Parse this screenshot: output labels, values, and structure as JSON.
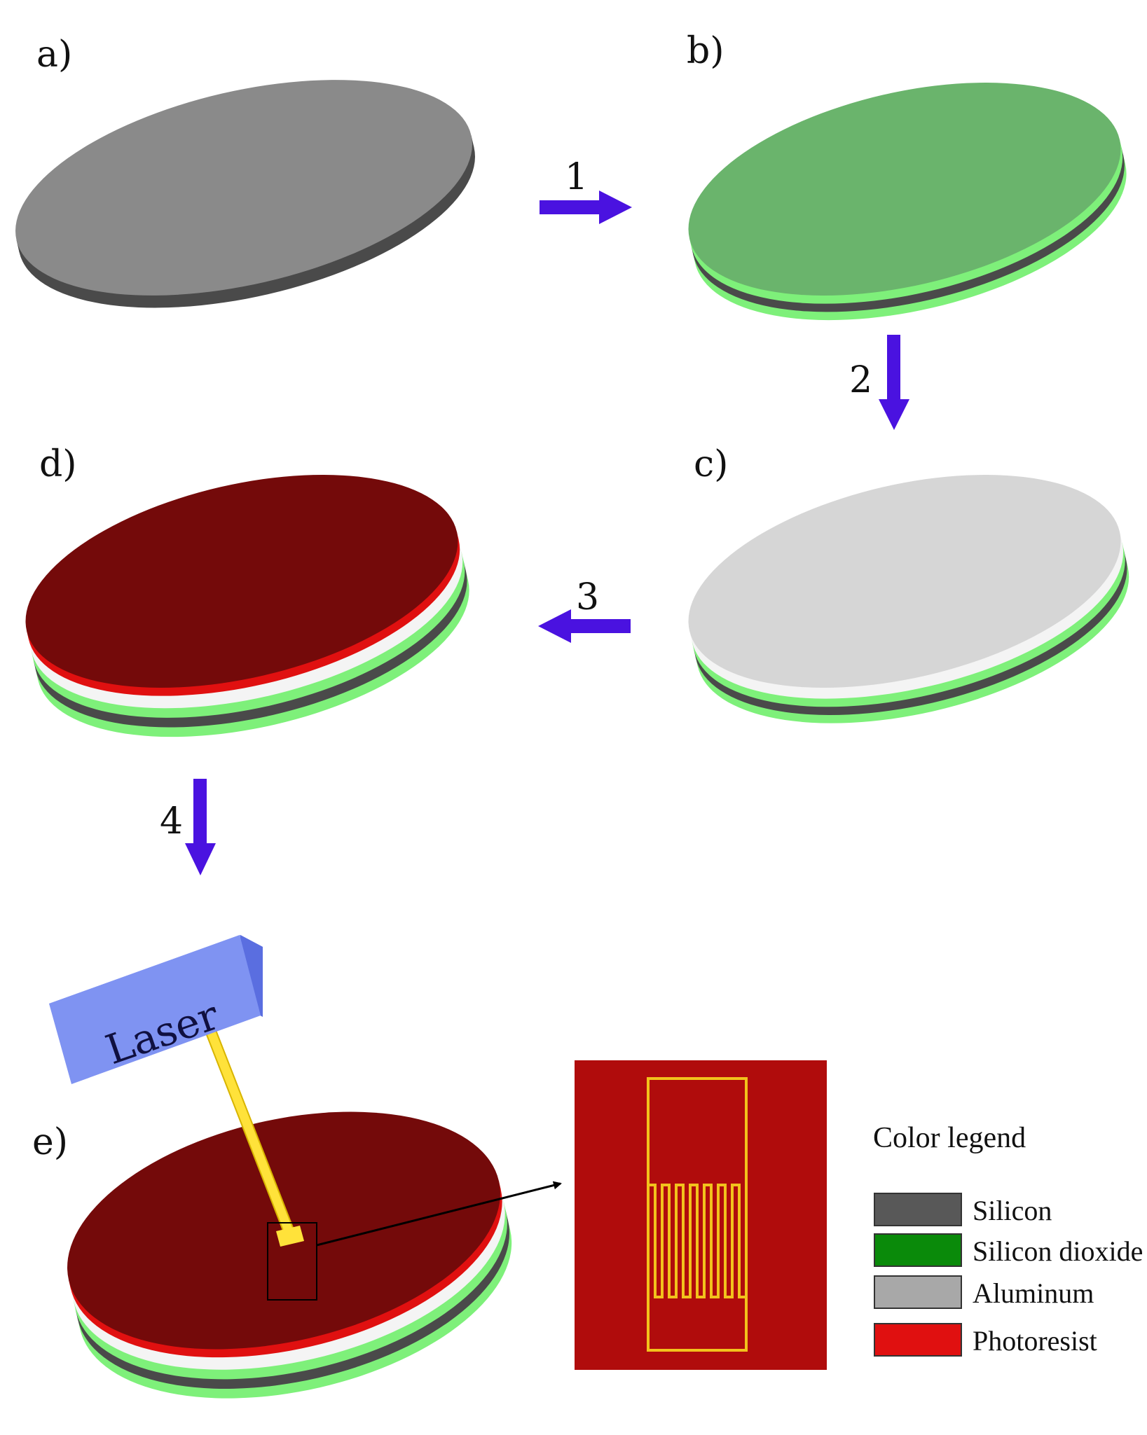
{
  "panels": {
    "a": "a)",
    "b": "b)",
    "c": "c)",
    "d": "d)",
    "e": "e)"
  },
  "steps": {
    "1": "1",
    "2": "2",
    "3": "3",
    "4": "4"
  },
  "laser": {
    "label": "Laser"
  },
  "legend": {
    "title": "Color legend",
    "items": [
      {
        "label": "Silicon",
        "color": "#585858"
      },
      {
        "label": "Silicon dioxide",
        "color": "#0a8a0a"
      },
      {
        "label": "Aluminum",
        "color": "#a8a8a8"
      },
      {
        "label": "Photoresist",
        "color": "#e01010"
      }
    ]
  },
  "colors": {
    "silicon_top": "#8a8a8a",
    "silicon_side": "#4a4a4a",
    "oxide_top": "#6ab46c",
    "oxide_side": "#7ef07a",
    "aluminum_top": "#d6d6d6",
    "aluminum_side": "#f4f4f4",
    "photoresist_top": "#740a0a",
    "photoresist_side": "#e01010",
    "arrow": "#4a12e0",
    "laser_body": "#7f93f2",
    "beam": "#ffe23a",
    "pattern_bg": "#b00c0c",
    "pattern_line": "#f2c21c"
  }
}
